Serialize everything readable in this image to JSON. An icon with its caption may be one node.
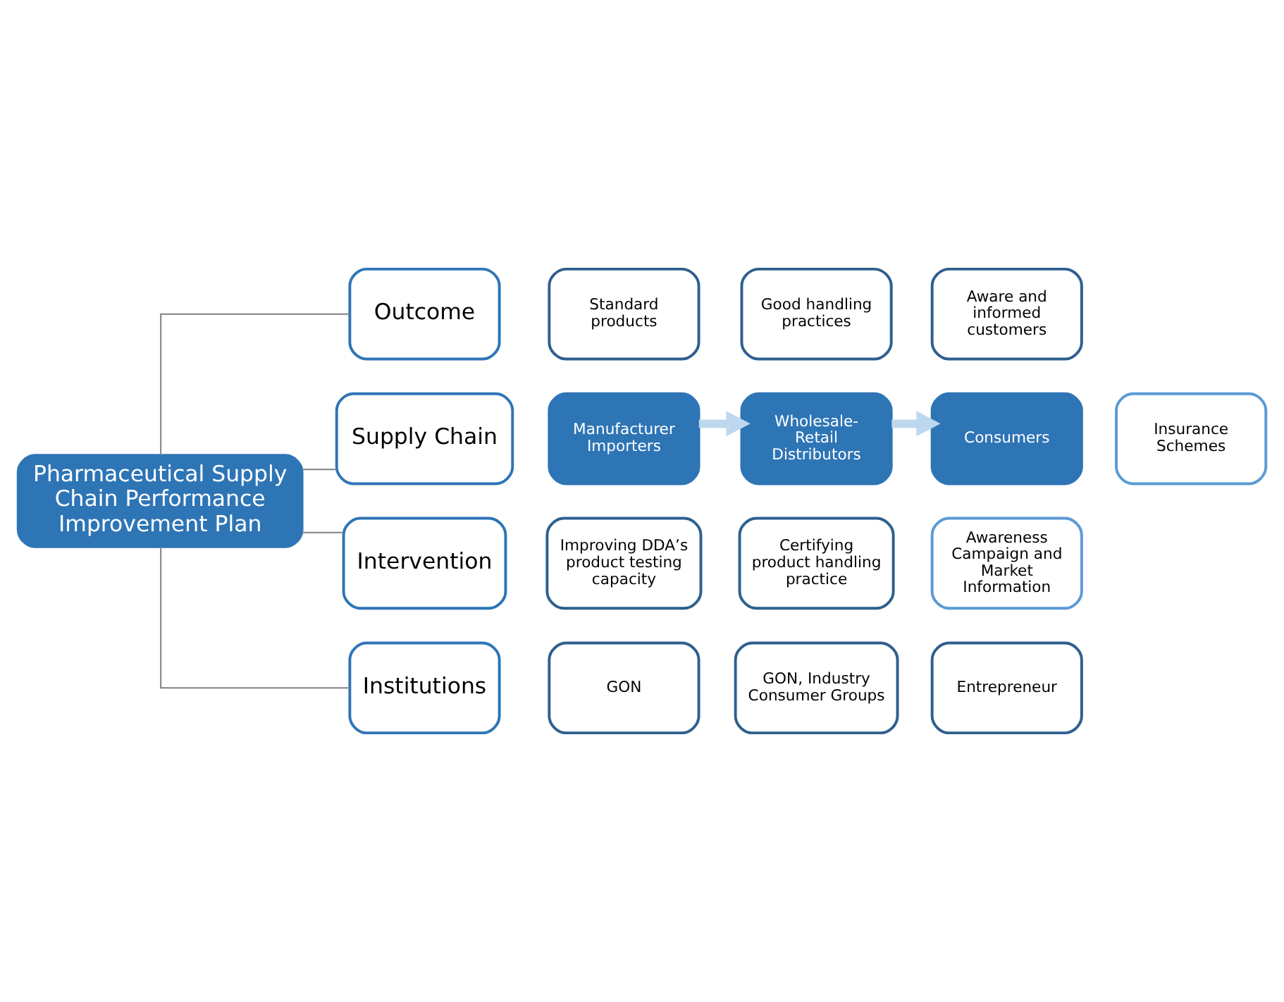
{
  "diagram": {
    "nodes": [
      {
        "text": [
          "Pharmaceutical Supply Chain Performance Improvement Plan"
        ]
      },
      {
        "text": [
          "Outcome"
        ]
      },
      {
        "text": [
          "Supply Chain"
        ]
      },
      {
        "text": [
          "Intervention"
        ]
      },
      {
        "text": [
          "Institutions"
        ]
      },
      {
        "text": [
          "Standard products"
        ]
      },
      {
        "text": [
          "Good handling practices"
        ]
      },
      {
        "text": [
          "Aware and informed customers"
        ]
      },
      {
        "text": [
          "Manufacturer Importers"
        ]
      },
      {
        "text": [
          "Wholesale-Retail Distributors"
        ]
      },
      {
        "text": [
          "Consumers"
        ]
      },
      {
        "text": [
          "Insurance Schemes"
        ]
      },
      {
        "text": [
          "Improving DDA’s product testing capacity"
        ]
      },
      {
        "text": [
          "Certifying product handling practice"
        ]
      },
      {
        "text": [
          "Awareness Campaign and Market Information"
        ]
      },
      {
        "text": [
          "GON"
        ]
      },
      {
        "text": [
          "GON, Industry Consumer Groups"
        ]
      },
      {
        "text": [
          "Entrepreneur"
        ]
      }
    ],
    "edges": [
      {
        "from": 0,
        "to": 1,
        "arrow": "none",
        "color": "#808080"
      },
      {
        "from": 0,
        "to": 2,
        "arrow": "none",
        "color": "#808080"
      },
      {
        "from": 0,
        "to": 3,
        "arrow": "none",
        "color": "#808080"
      },
      {
        "from": 0,
        "to": 4,
        "arrow": "none",
        "color": "#808080"
      },
      {
        "from": 8,
        "to": 9,
        "arrow": "to",
        "style": "thick",
        "color": "#bdd7ee"
      },
      {
        "from": 9,
        "to": 10,
        "arrow": "to",
        "style": "thick",
        "color": "#bdd7ee"
      }
    ]
  }
}
